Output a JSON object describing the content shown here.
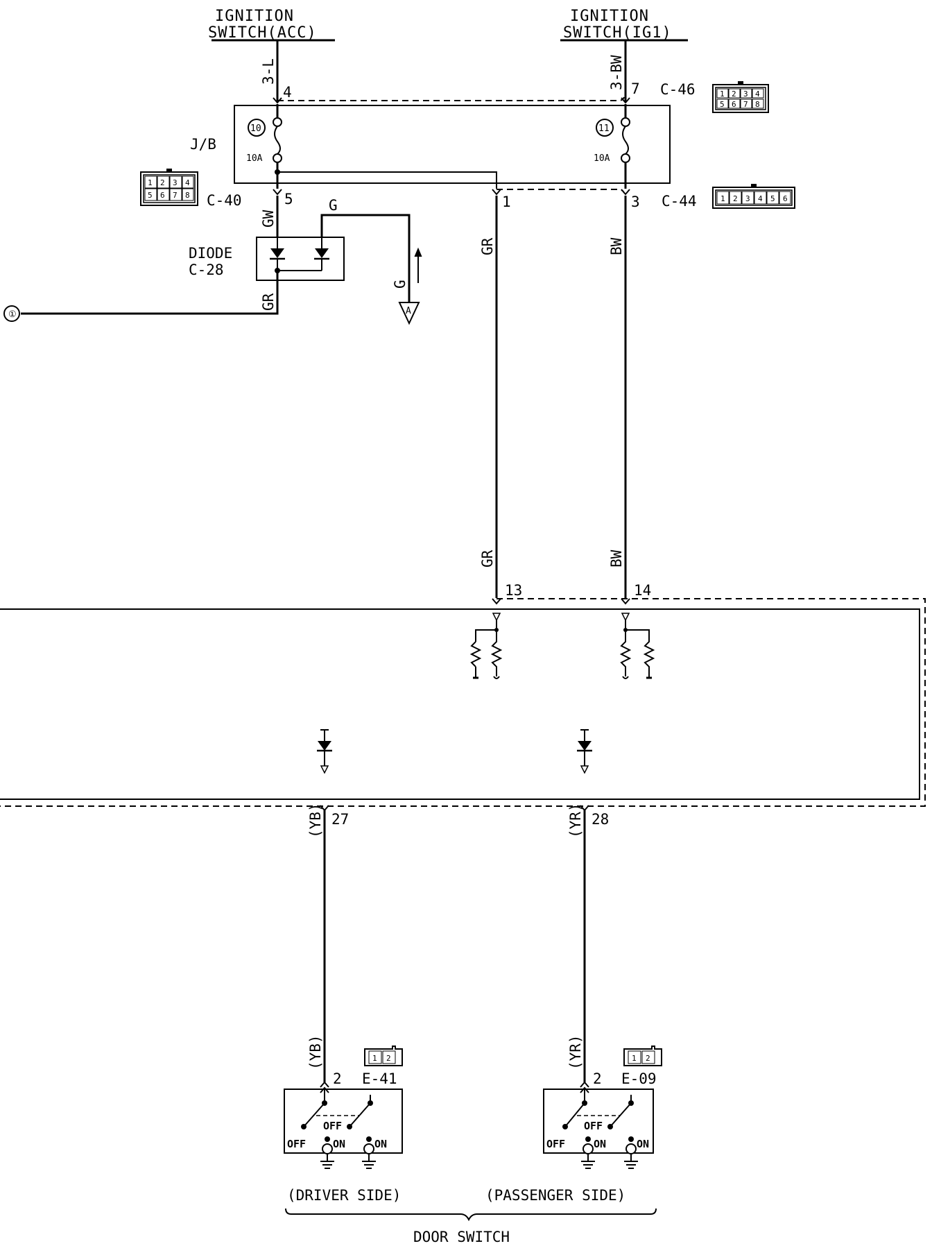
{
  "ign_acc": {
    "line1": "IGNITION",
    "line2": "SWITCH(ACC)",
    "wire": "3-L",
    "pin": "4"
  },
  "ign_ig1": {
    "line1": "IGNITION",
    "line2": "SWITCH(IG1)",
    "wire": "3-BW",
    "pin": "7"
  },
  "jb": {
    "label": "J/B",
    "fuse_left_num": "10",
    "fuse_left_amp": "10A",
    "fuse_right_num": "11",
    "fuse_right_amp": "10A"
  },
  "connectors": {
    "c46": {
      "id": "C-46",
      "pins": [
        "1",
        "2",
        "3",
        "4",
        "5",
        "6",
        "7",
        "8"
      ]
    },
    "c40": {
      "id": "C-40",
      "pins": [
        "1",
        "2",
        "3",
        "4",
        "5",
        "6",
        "7",
        "8"
      ]
    },
    "c44": {
      "id": "C-44",
      "pins": [
        "1",
        "2",
        "3",
        "4",
        "5",
        "6"
      ]
    },
    "e41": {
      "id": "E-41",
      "pins": [
        "1",
        "2"
      ]
    },
    "e09": {
      "id": "E-09",
      "pins": [
        "1",
        "2"
      ]
    }
  },
  "pins": {
    "c40": "5",
    "c44_left": "1",
    "c44_right": "3",
    "ecu_a": "13",
    "ecu_b": "14",
    "ecu_c": "27",
    "ecu_d": "28",
    "sw_driver": "2",
    "sw_pass": "2"
  },
  "wires": {
    "gw": "GW",
    "g": "G",
    "gr": "GR",
    "bw": "BW",
    "yb_top": "(YB)",
    "yr_top": "(YR)",
    "yb_bot": "(YB)",
    "yr_bot": "(YR)"
  },
  "diode": {
    "line1": "DIODE",
    "line2": "C-28"
  },
  "ground_ref": "A",
  "ref_marker": "①",
  "switch": {
    "off": "OFF",
    "on": "ON"
  },
  "sides": {
    "driver": "(DRIVER SIDE)",
    "passenger": "(PASSENGER SIDE)"
  },
  "door_switch": "DOOR SWITCH"
}
